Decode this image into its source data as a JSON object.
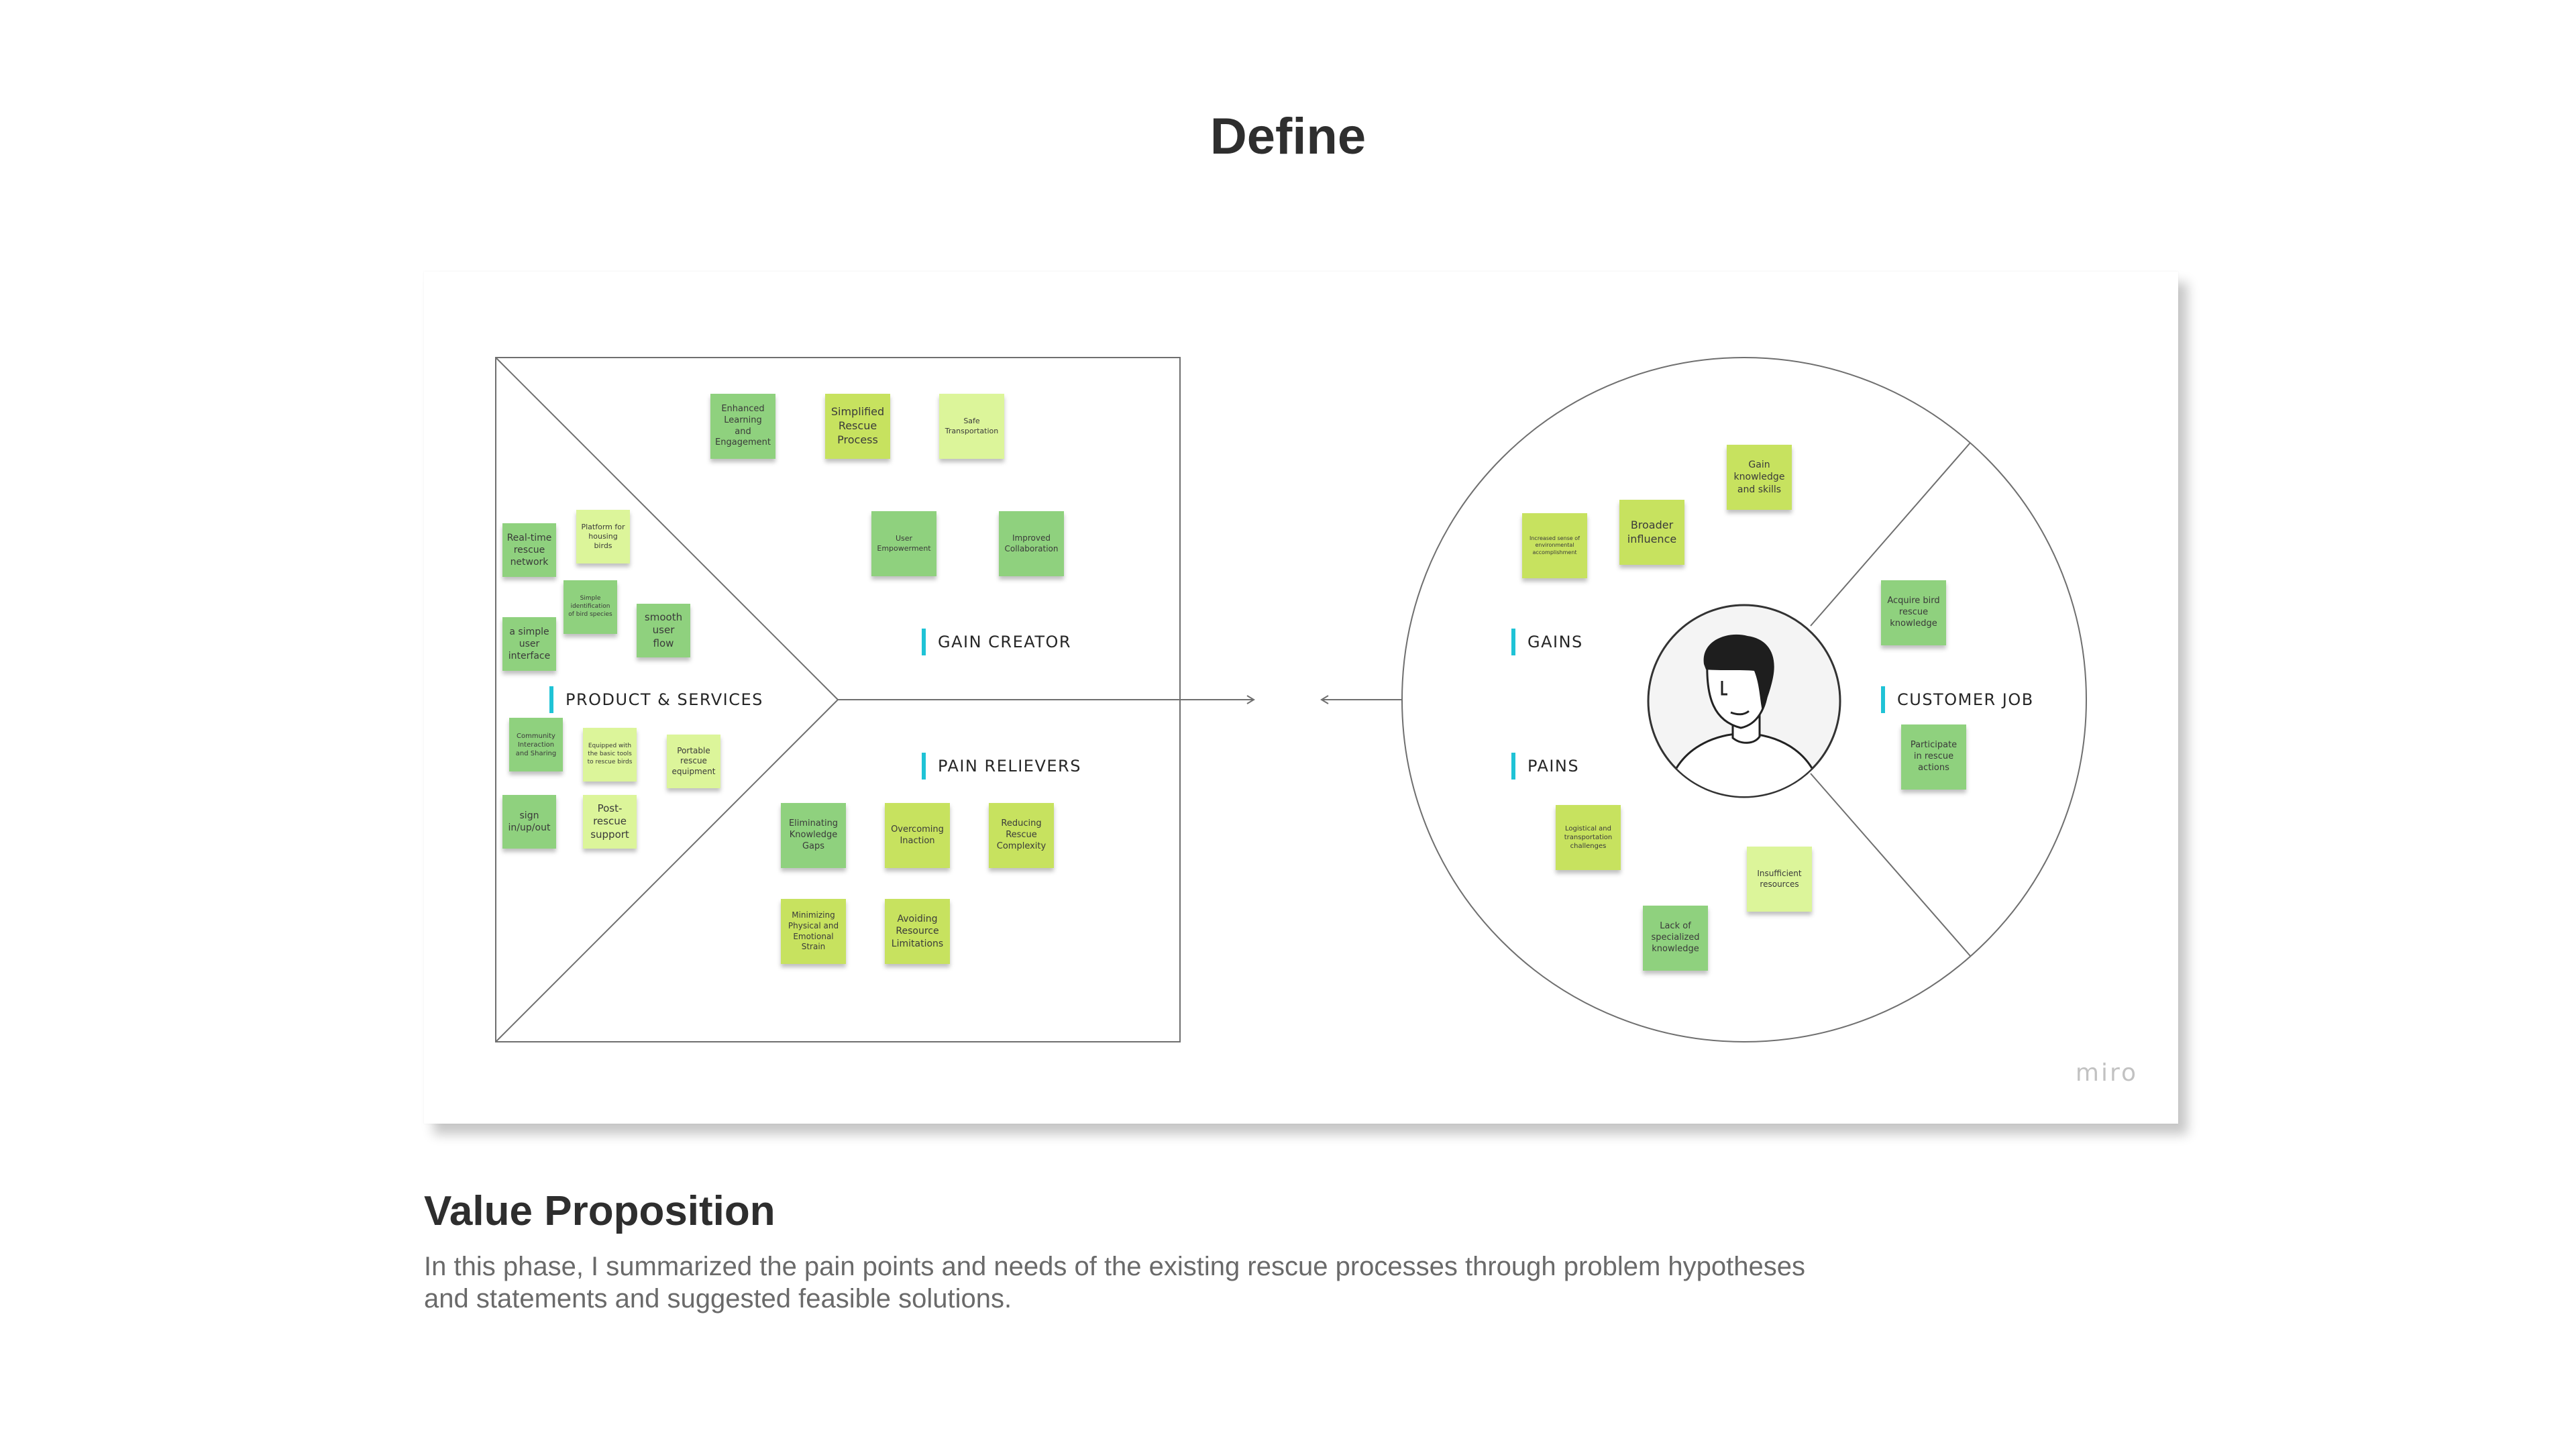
{
  "page": {
    "title": "Define"
  },
  "canvas": {
    "logo_text": "miro",
    "colors": {
      "accent": "#1fc3d6",
      "line": "#6f6f6f",
      "sticky_dark": "#8fd17e",
      "sticky_mid": "#c7e25f",
      "sticky_light": "#dcf59a"
    },
    "value_map": {
      "labels": {
        "gain_creator": "GAIN CREATOR",
        "products_services": "PRODUCT & SERVICES",
        "pain_relievers": "PAIN RELIEVERS"
      },
      "gain_creator_notes": [
        {
          "text": "Enhanced Learning and Engagement",
          "color": "#8fd17e"
        },
        {
          "text": "Simplified Rescue Process",
          "color": "#c7e25f"
        },
        {
          "text": "Safe Transportation",
          "color": "#dcf59a"
        },
        {
          "text": "User Empowerment",
          "color": "#8fd17e"
        },
        {
          "text": "Improved Collaboration",
          "color": "#8fd17e"
        }
      ],
      "product_notes": [
        {
          "text": "Real-time rescue network",
          "color": "#8fd17e"
        },
        {
          "text": "Platform for housing birds",
          "color": "#dcf59a"
        },
        {
          "text": "Simple identification of bird species",
          "color": "#8fd17e"
        },
        {
          "text": "a simple user interface",
          "color": "#8fd17e"
        },
        {
          "text": "smooth user flow",
          "color": "#8fd17e"
        },
        {
          "text": "Community Interaction and Sharing",
          "color": "#8fd17e"
        },
        {
          "text": "Equipped with the basic tools to rescue birds",
          "color": "#dcf59a"
        },
        {
          "text": "Portable rescue equipment",
          "color": "#dcf59a"
        },
        {
          "text": "sign in/up/out",
          "color": "#8fd17e"
        },
        {
          "text": "Post-rescue support",
          "color": "#dcf59a"
        }
      ],
      "pain_reliever_notes": [
        {
          "text": "Eliminating Knowledge Gaps",
          "color": "#8fd17e"
        },
        {
          "text": "Overcoming Inaction",
          "color": "#c7e25f"
        },
        {
          "text": "Reducing Rescue Complexity",
          "color": "#c7e25f"
        },
        {
          "text": "Minimizing Physical and Emotional Strain",
          "color": "#c7e25f"
        },
        {
          "text": "Avoiding Resource Limitations",
          "color": "#c7e25f"
        }
      ]
    },
    "customer_profile": {
      "labels": {
        "gains": "GAINS",
        "pains": "PAINS",
        "customer_job": "CUSTOMER JOB"
      },
      "gain_notes": [
        {
          "text": "Increased sense of environmental accomplishment",
          "color": "#c7e25f"
        },
        {
          "text": "Broader influence",
          "color": "#c7e25f"
        },
        {
          "text": "Gain knowledge and skills",
          "color": "#c7e25f"
        }
      ],
      "job_notes": [
        {
          "text": "Acquire bird rescue knowledge",
          "color": "#8fd17e"
        },
        {
          "text": "Participate in rescue actions",
          "color": "#8fd17e"
        }
      ],
      "pain_notes": [
        {
          "text": "Logistical and transportation challenges",
          "color": "#c7e25f"
        },
        {
          "text": "Insufficient resources",
          "color": "#dcf59a"
        },
        {
          "text": "Lack of specialized knowledge",
          "color": "#8fd17e"
        }
      ]
    }
  },
  "value_proposition": {
    "heading": "Value Proposition",
    "text_line1": "In this phase, I summarized the pain points and needs of the existing rescue processes through problem hypotheses",
    "text_line2": "and statements and suggested feasible solutions."
  }
}
